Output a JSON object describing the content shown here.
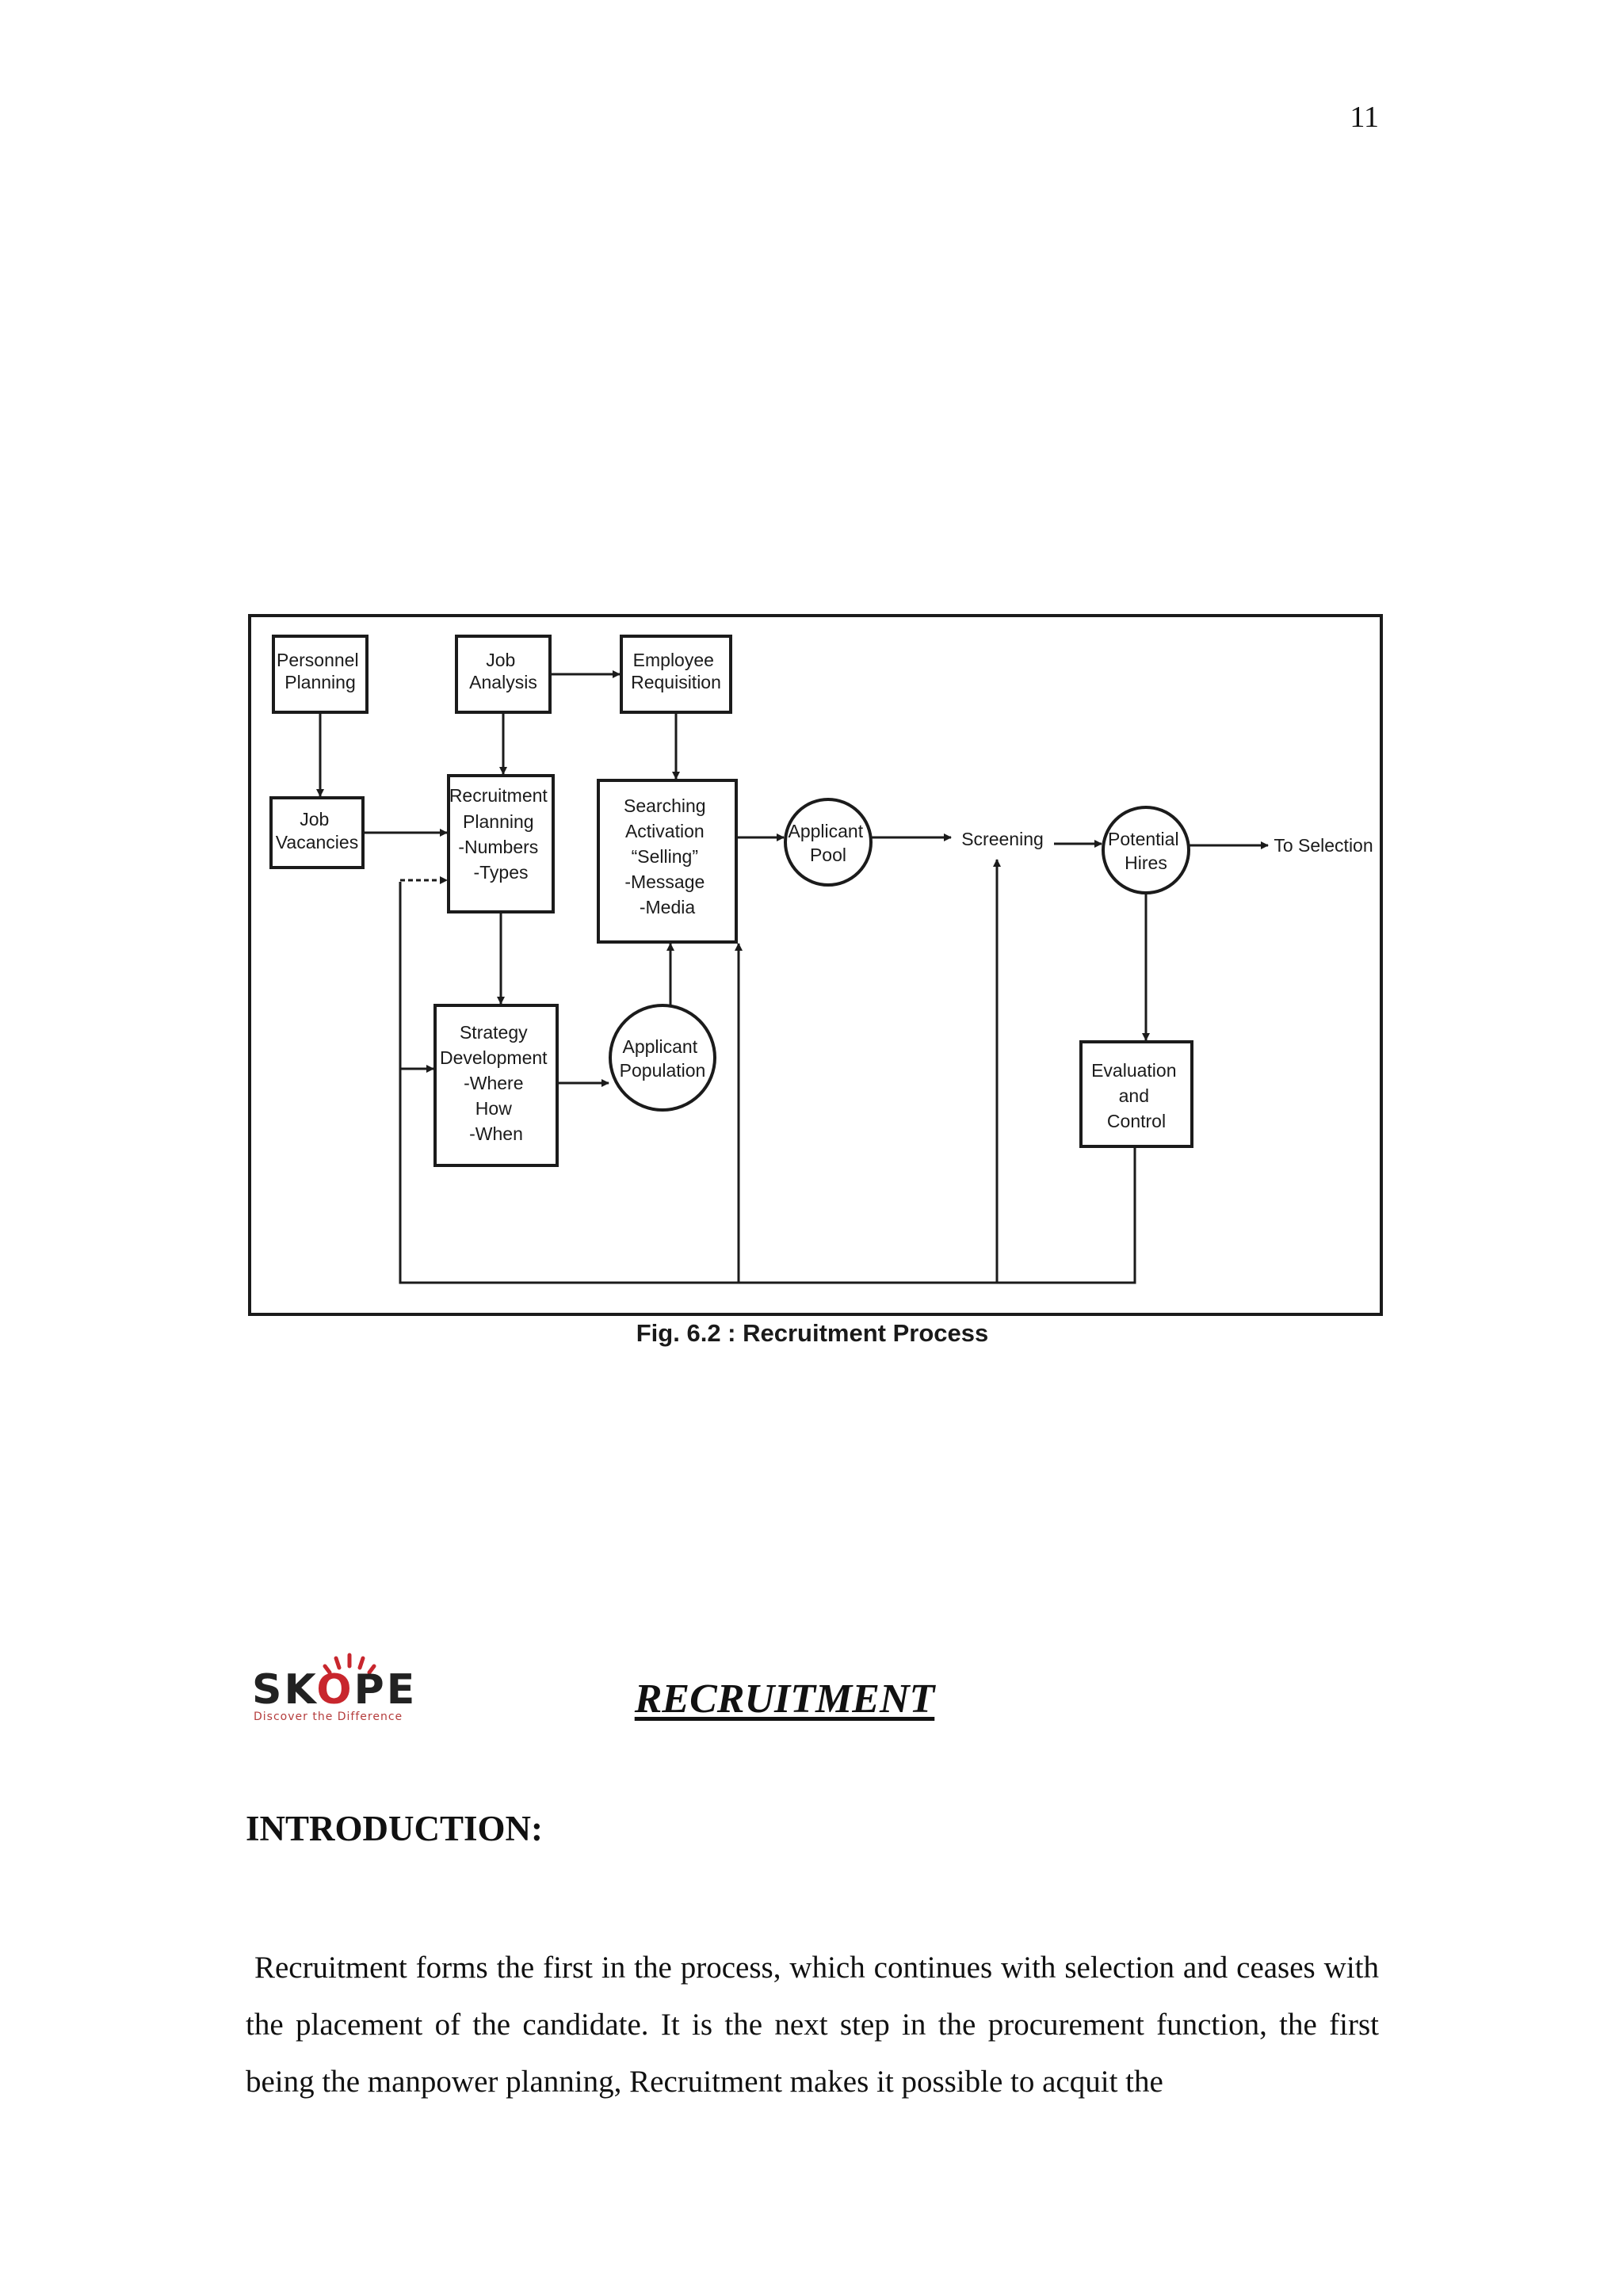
{
  "page_number": "11",
  "figure": {
    "caption": "Fig. 6.2 :  Recruitment Process",
    "nodes": {
      "personnel_planning": [
        "Personnel",
        "Planning"
      ],
      "job_analysis": [
        "Job",
        "Analysis"
      ],
      "employee_requisition": [
        "Employee",
        "Requisition"
      ],
      "job_vacancies": [
        "Job",
        "Vacancies"
      ],
      "recruitment_planning": [
        "Recruitment",
        "Planning",
        "-Numbers",
        "-Types"
      ],
      "searching": [
        "Searching",
        "Activation",
        "“Selling”",
        "-Message",
        "-Media"
      ],
      "applicant_pool": [
        "Applicant",
        "Pool"
      ],
      "screening": "Screening",
      "potential_hires": [
        "Potential",
        "Hires"
      ],
      "to_selection": "To Selection",
      "strategy_development": [
        "Strategy",
        "Development",
        "-Where",
        "How",
        "-When"
      ],
      "applicant_population": [
        "Applicant",
        "Population"
      ],
      "evaluation_control": [
        "Evaluation",
        "and",
        "Control"
      ]
    }
  },
  "logo": {
    "word_prefix": "SK",
    "word_o": "O",
    "word_suffix": "PE",
    "tagline": "Discover the Difference",
    "brand_color": "#c8262d"
  },
  "title": "RECRUITMENT",
  "section_heading": "INTRODUCTION:",
  "intro_paragraph": " Recruitment forms the first in the process, which continues with selection and ceases with the placement of the candidate. It is the next step in the procurement function, the first being the manpower planning, Recruitment makes it possible to acquit the"
}
